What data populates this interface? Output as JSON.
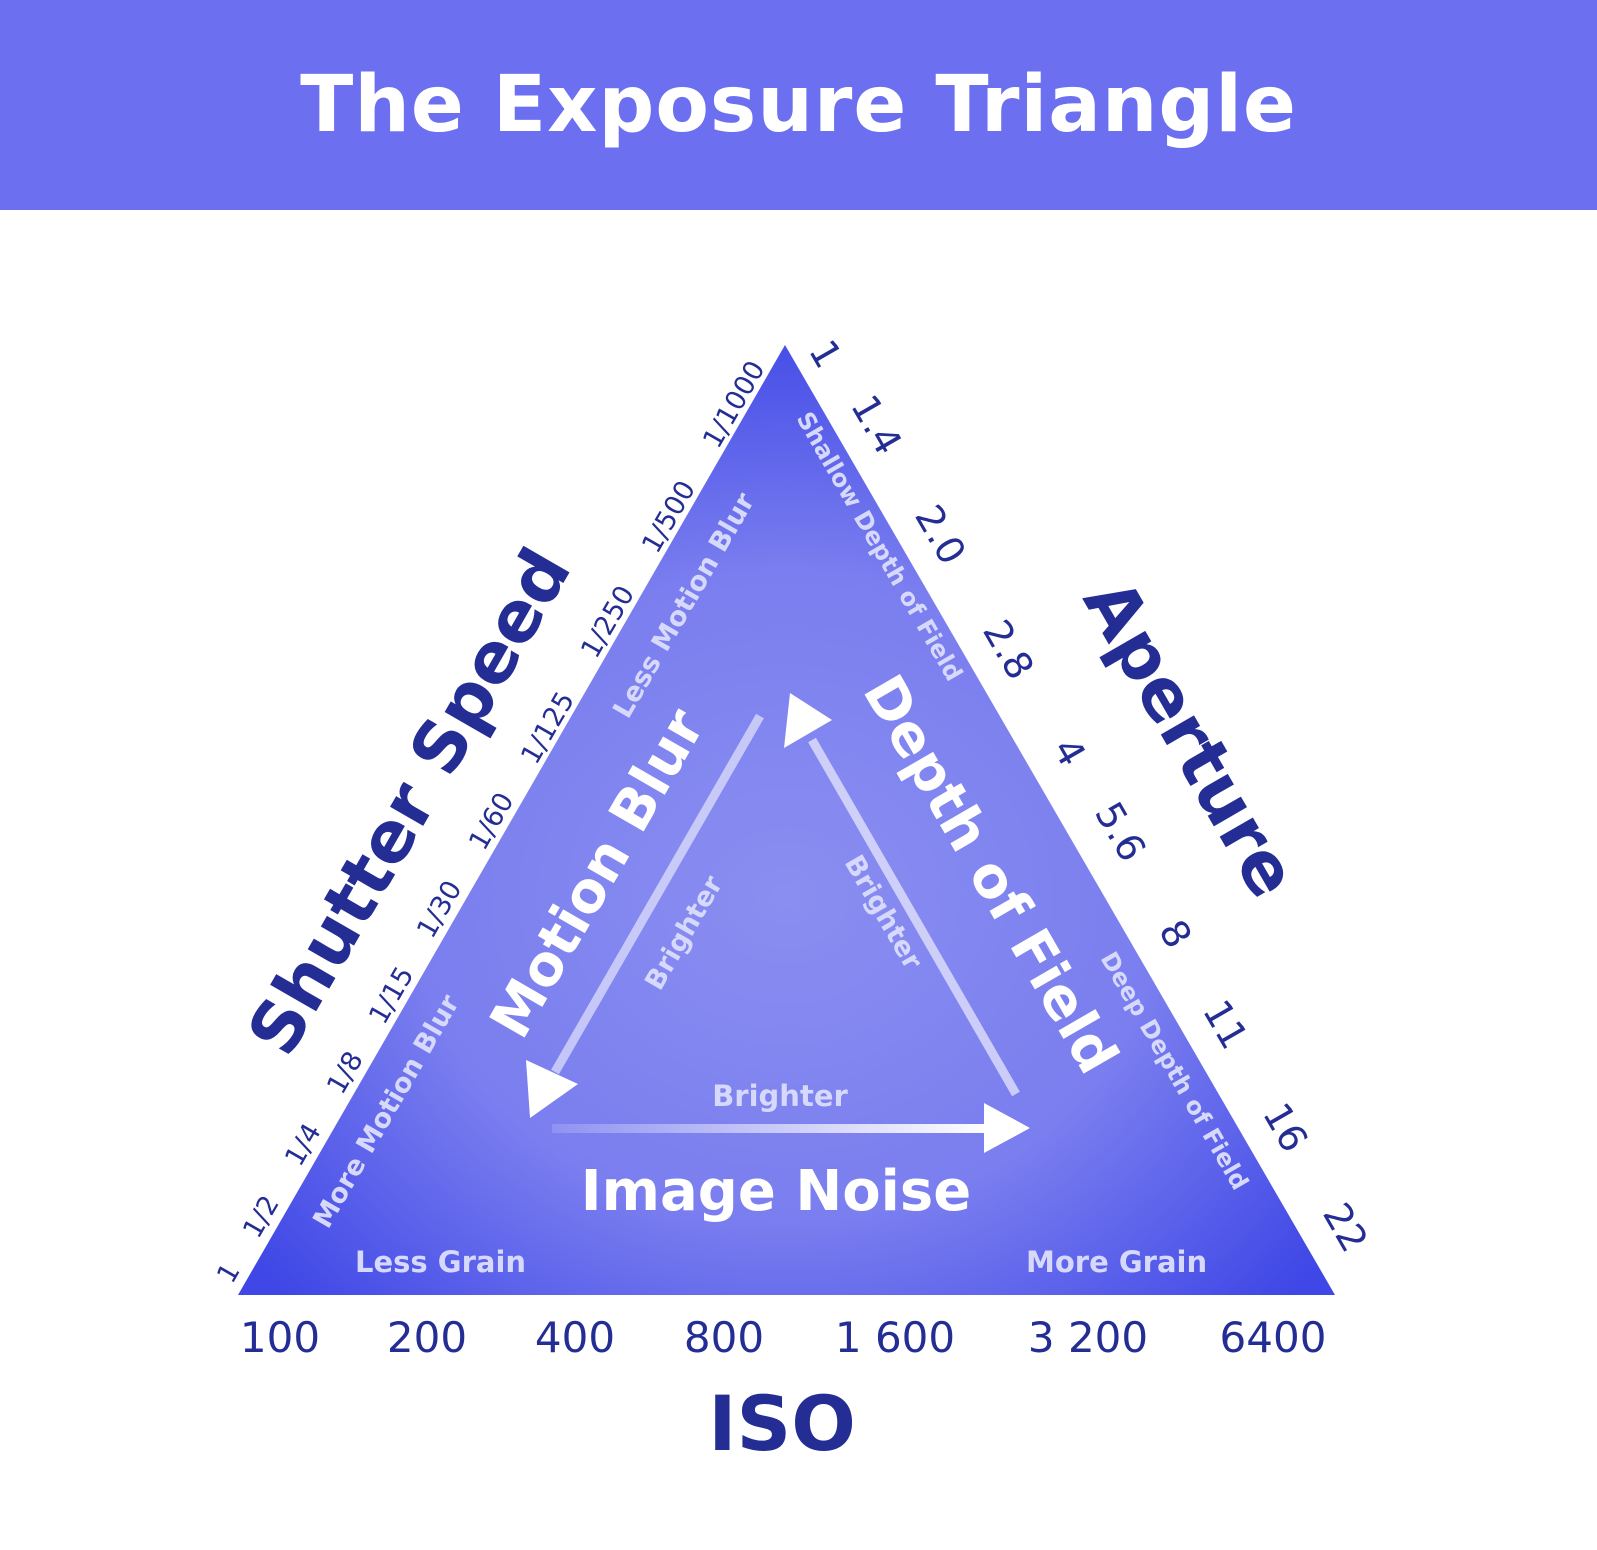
{
  "title": "The Exposure Triangle",
  "colors": {
    "header_bg": "#6b6ff0",
    "triangle_edge": "#3f47e6",
    "triangle_center": "#8a8ef0",
    "dark_text": "#232d93",
    "pale_text": "#d6d9fb",
    "white": "#ffffff"
  },
  "shutter_speed": {
    "label": "Shutter Speed",
    "values": [
      "1",
      "1/2",
      "1/4",
      "1/8",
      "1/15",
      "1/30",
      "1/60",
      "1/125",
      "1/250",
      "1/500",
      "1/1000"
    ],
    "top_hint": "Less Motion Blur",
    "bottom_hint": "More Motion Blur",
    "effect": "Motion Blur"
  },
  "aperture": {
    "label": "Aperture",
    "values": [
      "1",
      "1.4",
      "2.0",
      "2.8",
      "4",
      "5.6",
      "8",
      "11",
      "16",
      "22"
    ],
    "top_hint": "Shallow Depth of Field",
    "bottom_hint": "Deep Depth of Field",
    "effect": "Depth of Field"
  },
  "iso": {
    "label": "ISO",
    "values": [
      "100",
      "200",
      "400",
      "800",
      "1 600",
      "3 200",
      "6400"
    ],
    "left_hint": "Less Grain",
    "right_hint": "More Grain",
    "effect": "Image Noise"
  },
  "arrows": {
    "left": "Brighter",
    "right": "Brighter",
    "bottom": "Brighter"
  }
}
